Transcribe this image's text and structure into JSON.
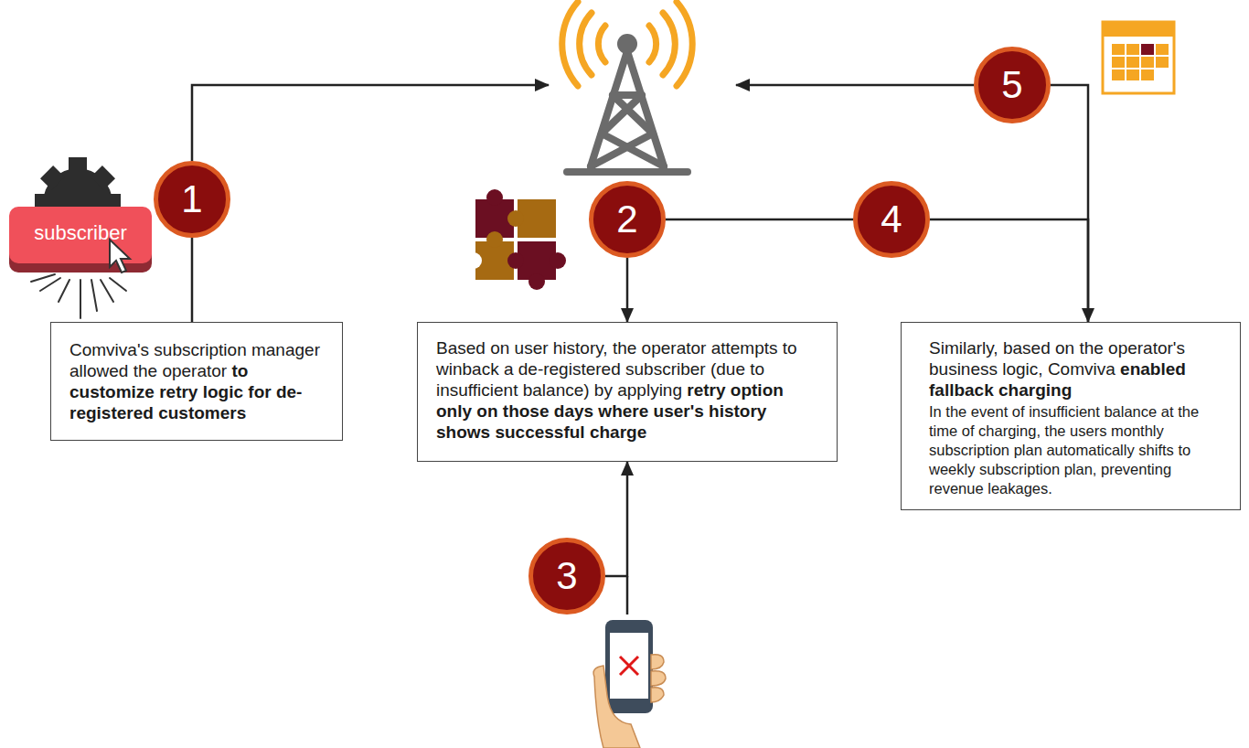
{
  "diagram": {
    "nodes": [
      {
        "text": [
          "Comviva's subscription manager allowed the operator",
          "to customize retry logic for de-registered customers"
        ]
      },
      {
        "text": [
          "1"
        ]
      },
      {
        "text": [
          "2"
        ]
      },
      {
        "text": [
          "Based on user history, the operator attempts to winback a de-registered subscriber (due to insufficient balance) by applying",
          "retry option only on those days where user's history shows successful charge"
        ]
      },
      {
        "text": [
          "3"
        ]
      },
      {
        "text": [
          "4"
        ]
      },
      {
        "text": [
          "Similarly, based on the operator's business logic, Comviva",
          "enabled fallback charging",
          "In the event of insufficient balance at the time of charging, the users monthly subscription plan automatically shifts to weekly subscription plan, preventing revenue leakages."
        ]
      },
      {
        "text": [
          "5"
        ]
      }
    ],
    "edges": [
      {
        "from": 0,
        "to": 1,
        "arrow": "none"
      },
      {
        "from": 2,
        "to": 3,
        "arrow": "to"
      },
      {
        "from": 4,
        "to": 3,
        "arrow": "to"
      },
      {
        "from": 2,
        "to": 5,
        "arrow": "none"
      },
      {
        "from": 5,
        "to": 6,
        "arrow": "to"
      },
      {
        "from": 6,
        "to": 7,
        "arrow": "none"
      }
    ],
    "labels": [
      "subscriber"
    ]
  }
}
